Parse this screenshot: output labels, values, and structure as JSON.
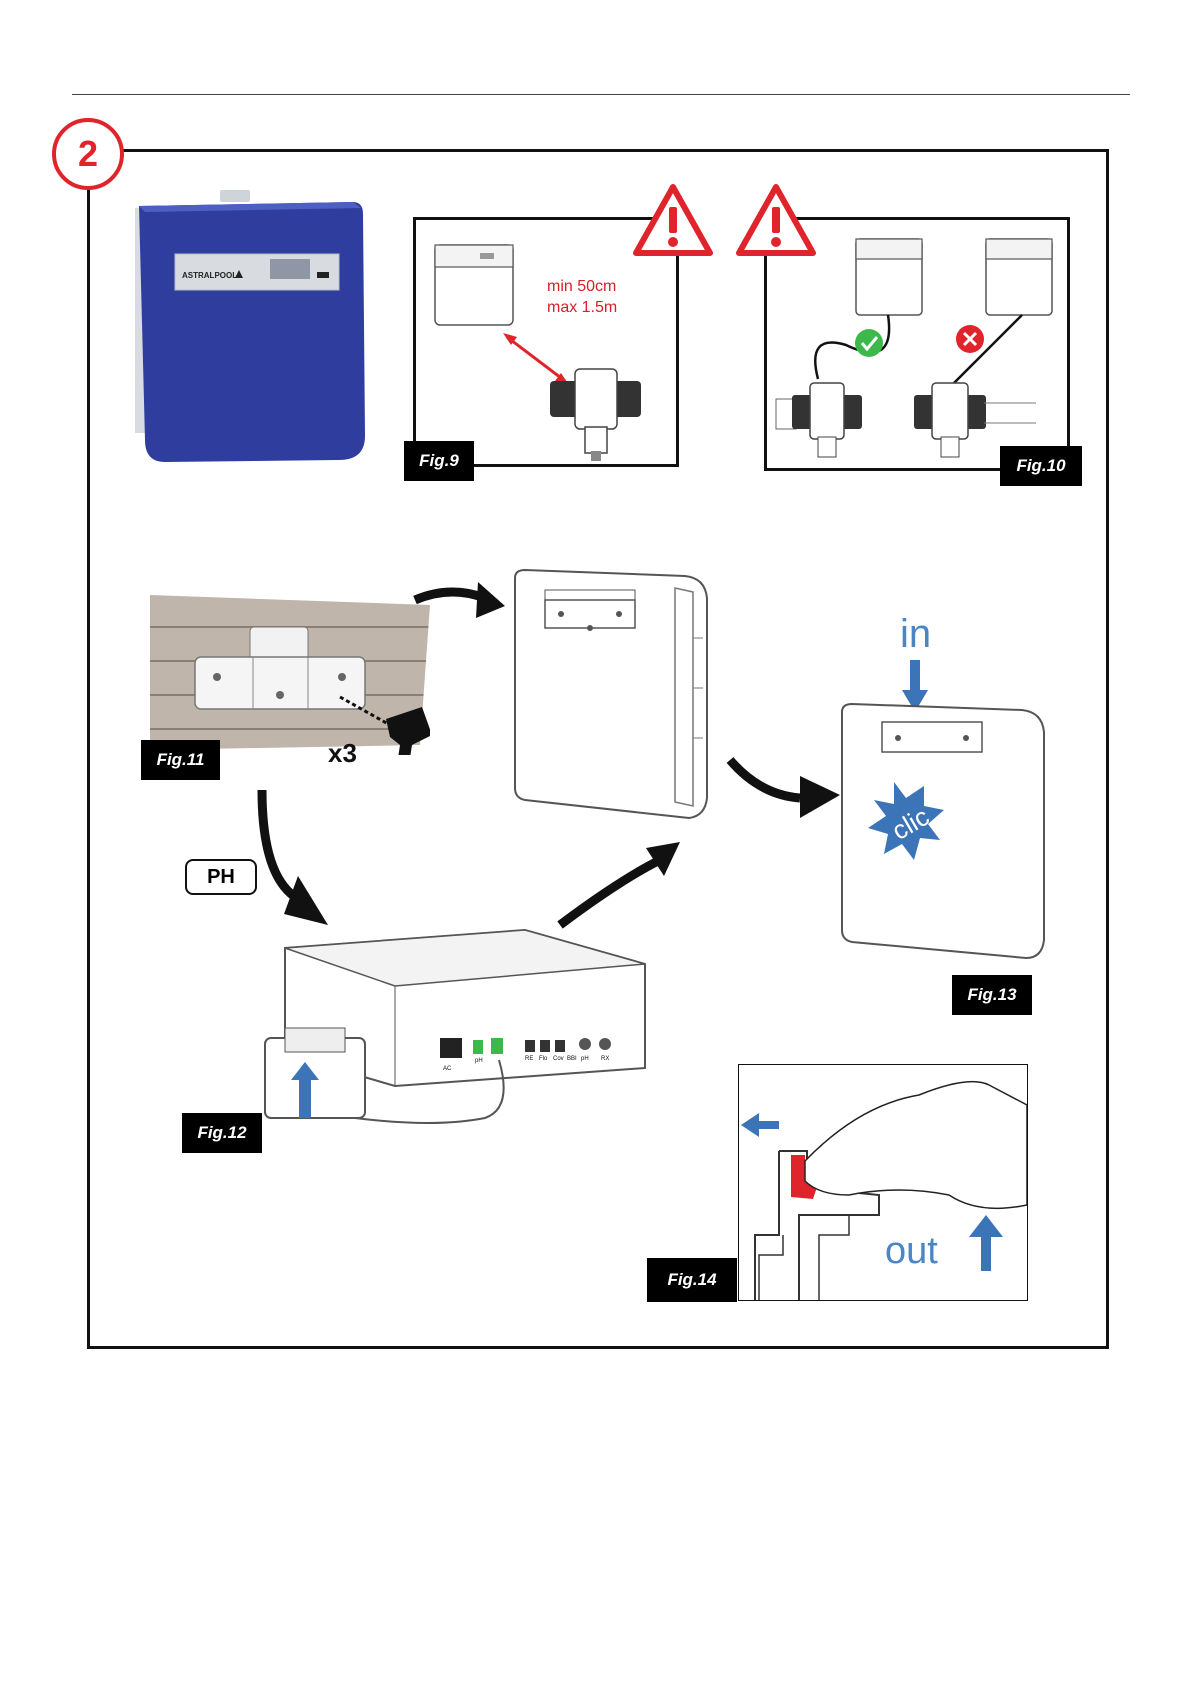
{
  "step": {
    "number": "2"
  },
  "panel_device": {
    "brand_text": "ASTRALPOOL"
  },
  "fig9": {
    "label": "Fig.9",
    "distance_min": "min 50cm",
    "distance_max": "max 1.5m"
  },
  "fig10": {
    "label": "Fig.10"
  },
  "fig11": {
    "label": "Fig.11",
    "screw_count": "x3"
  },
  "fig12": {
    "label": "Fig.12",
    "ph_tag": "PH",
    "port_labels": [
      "AC",
      "pH",
      "RE",
      "Flo",
      "Cov",
      "BBI",
      "pH",
      "RX"
    ]
  },
  "fig13": {
    "label": "Fig.13",
    "insert_word": "in",
    "clic_word": "clic"
  },
  "fig14": {
    "label": "Fig.14",
    "remove_word": "out"
  },
  "colors": {
    "warning_red": "#e0242b",
    "arrow_blue": "#3b74b7",
    "device_blue": "#2f3e9e",
    "ok_green": "#3cb94a",
    "text_blue": "#4a86c7"
  }
}
